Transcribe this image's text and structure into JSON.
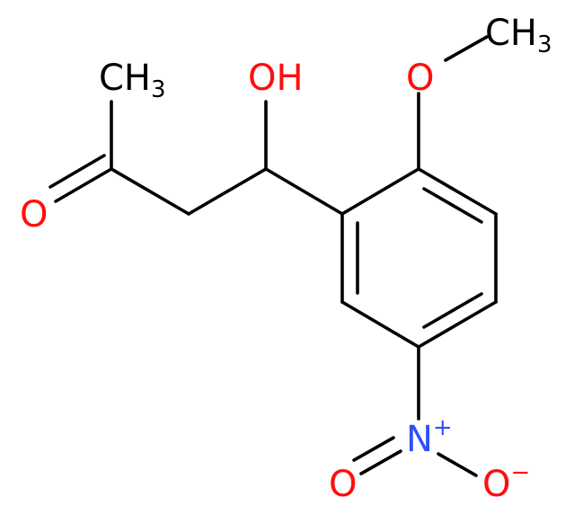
{
  "colors": {
    "bond": "#000000",
    "carbon_label": "#000000",
    "oxygen": "#ff0d0d",
    "nitrogen": "#3050f8",
    "background": "#ffffff"
  },
  "labels": {
    "ch3_top": {
      "main": "CH",
      "sub": "3"
    },
    "methyl_ketone": {
      "main": "CH",
      "sub": "3"
    },
    "hydroxyl": {
      "main": "OH"
    },
    "methoxy_o": {
      "main": "O"
    },
    "ketone_o": {
      "main": "O"
    },
    "nitro_n": {
      "main": "N",
      "sup": "+"
    },
    "nitro_o_left": {
      "main": "O"
    },
    "nitro_o_right": {
      "main": "O",
      "sup": "−"
    }
  }
}
